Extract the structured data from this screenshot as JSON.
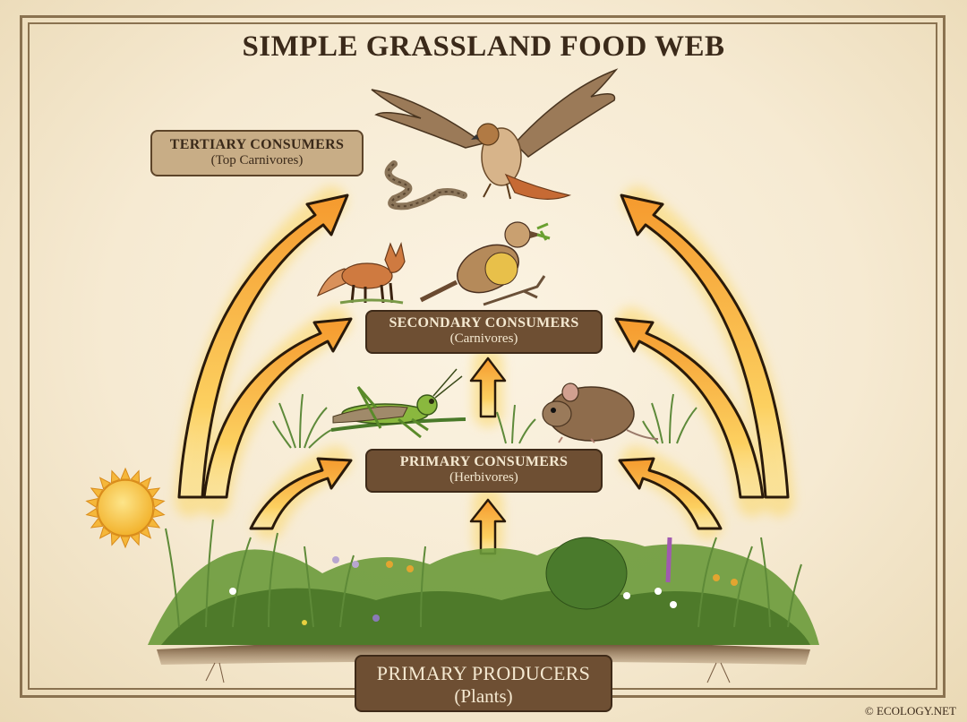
{
  "diagram": {
    "title": "SIMPLE GRASSLAND FOOD WEB",
    "copyright": "© ECOLOGY.NET",
    "trophic_levels": [
      {
        "id": "tertiary",
        "label": "TERTIARY CONSUMERS",
        "sublabel": "(Top Carnivores)",
        "organisms": [
          "hawk",
          "snake"
        ]
      },
      {
        "id": "secondary",
        "label": "SECONDARY CONSUMERS",
        "sublabel": "(Carnivores)",
        "organisms": [
          "fox",
          "meadowlark"
        ]
      },
      {
        "id": "primary",
        "label": "PRIMARY CONSUMERS",
        "sublabel": "(Herbivores)",
        "organisms": [
          "grasshopper",
          "mouse"
        ]
      },
      {
        "id": "producers",
        "label": "PRIMARY PRODUCERS",
        "sublabel": "(Plants)",
        "organisms": [
          "grasses",
          "wildflowers",
          "shrubs"
        ]
      }
    ],
    "energy_source": "sun",
    "arrows": [
      {
        "from": "producers",
        "to": "primary",
        "side": "left"
      },
      {
        "from": "producers",
        "to": "primary",
        "side": "center"
      },
      {
        "from": "producers",
        "to": "primary",
        "side": "right"
      },
      {
        "from": "producers",
        "to": "secondary",
        "side": "left"
      },
      {
        "from": "primary",
        "to": "secondary",
        "side": "center"
      },
      {
        "from": "producers",
        "to": "secondary",
        "side": "right"
      },
      {
        "from": "producers",
        "to": "tertiary",
        "side": "left"
      },
      {
        "from": "producers",
        "to": "tertiary",
        "side": "right"
      }
    ],
    "colors": {
      "background": "#f6ead2",
      "frame": "#8a7250",
      "label_dark": "#6e4f33",
      "label_light": "#c8ad86",
      "text_dark": "#3b2a1a",
      "text_light": "#f4e8d0",
      "arrow_fill": "#f8b340",
      "arrow_stroke": "#2a1a0a",
      "sun": "#f7c23a"
    }
  }
}
